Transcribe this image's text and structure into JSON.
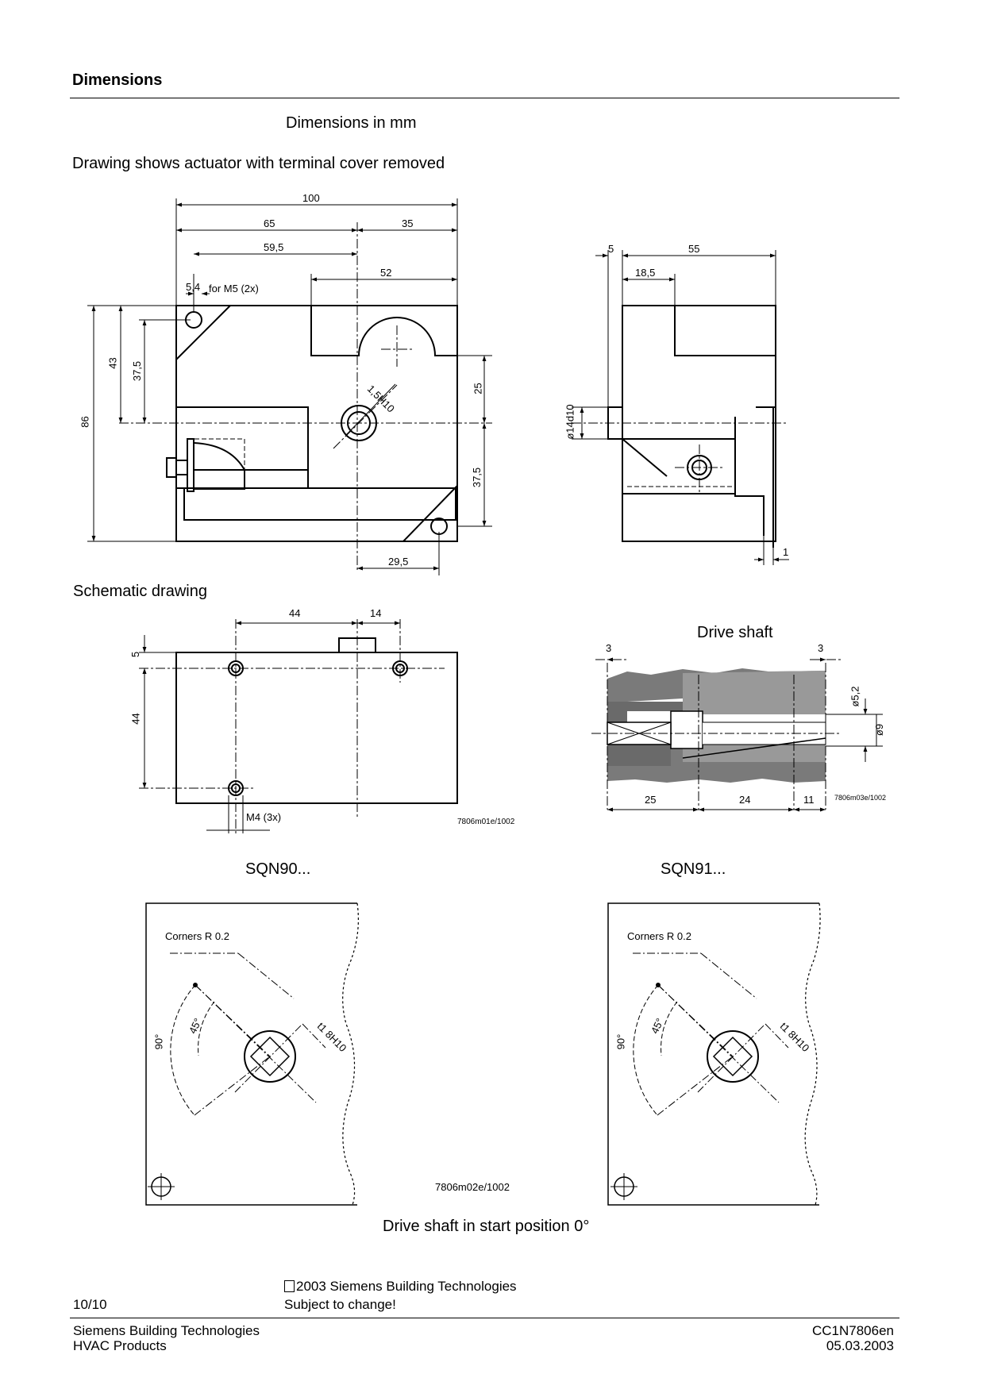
{
  "header": {
    "title": "Dimensions"
  },
  "intro": {
    "units_note": "Dimensions in mm",
    "drawing_note": "Drawing shows actuator with terminal cover removed"
  },
  "front_view": {
    "dims": {
      "d100": "100",
      "d65": "65",
      "d35": "35",
      "d59_5": "59,5",
      "d52": "52",
      "d5_4": "5,4",
      "m5": "for M5 (2x)",
      "d86": "86",
      "d43": "43",
      "d37_5a": "37,5",
      "d25": "25",
      "d37_5b": "37,5",
      "d29_5": "29,5",
      "h10": "1,5H10"
    }
  },
  "side_view": {
    "dims": {
      "d5": "5",
      "d55": "55",
      "d18_5": "18,5",
      "d14": "ø14d10",
      "d1": "1"
    }
  },
  "schematic": {
    "heading": "Schematic drawing",
    "dims": {
      "d44h": "44",
      "d14": "14",
      "d5": "5",
      "d44v": "44",
      "m4": "M4 (3x)"
    },
    "code": "7806m01e/1002"
  },
  "drive_shaft": {
    "heading": "Drive shaft",
    "dims": {
      "d3a": "3",
      "d3b": "3",
      "d5_2": "ø5,2",
      "d9": "ø9",
      "d25": "25",
      "d24": "24",
      "d11": "11"
    },
    "code": "7806m03e/1002"
  },
  "positions": {
    "sqn90": {
      "label": "SQN90...",
      "corners": "Corners R 0.2",
      "a45": "45°",
      "a90": "90°",
      "t": "t1 8H10"
    },
    "sqn91": {
      "label": "SQN91...",
      "corners": "Corners R 0.2",
      "a45": "45°",
      "a90": "90°",
      "t": "t1 8H10"
    },
    "code": "7806m02e/1002",
    "caption": "Drive shaft in start position 0°"
  },
  "footer": {
    "copyright": "2003 Siemens Building Technologies",
    "subject": "Subject to change!",
    "page": "10/10",
    "company": "Siemens Building Technologies",
    "division": "HVAC Products",
    "doc_code": "CC1N7806en",
    "date": "05.03.2003"
  }
}
